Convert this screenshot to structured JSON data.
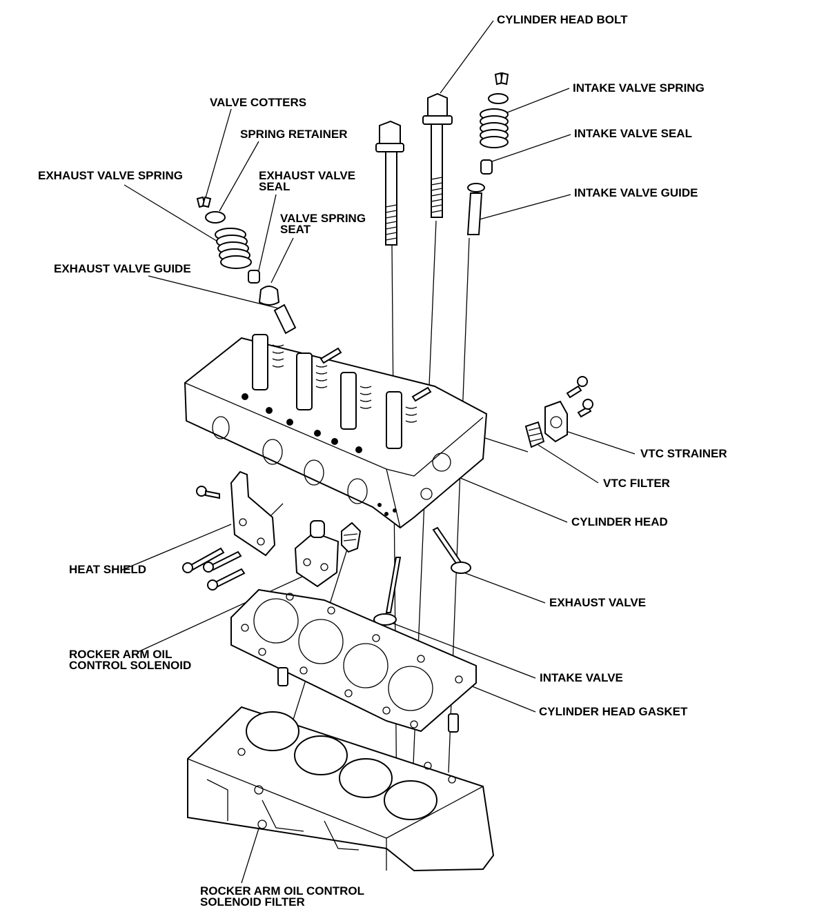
{
  "labels": {
    "cylinder_head_bolt": "CYLINDER HEAD BOLT",
    "intake_valve_spring": "INTAKE VALVE SPRING",
    "intake_valve_seal": "INTAKE VALVE SEAL",
    "intake_valve_guide": "INTAKE VALVE GUIDE",
    "valve_cotters": "VALVE COTTERS",
    "spring_retainer": "SPRING RETAINER",
    "exhaust_valve_spring": "EXHAUST VALVE SPRING",
    "exhaust_valve_seal_1": "EXHAUST VALVE",
    "exhaust_valve_seal_2": "SEAL",
    "valve_spring_seat_1": "VALVE SPRING",
    "valve_spring_seat_2": "SEAT",
    "exhaust_valve_guide": "EXHAUST VALVE GUIDE",
    "vtc_strainer": "VTC STRAINER",
    "vtc_filter": "VTC FILTER",
    "cylinder_head": "CYLINDER HEAD",
    "heat_shield": "HEAT SHIELD",
    "exhaust_valve": "EXHAUST VALVE",
    "rocker_arm_solenoid_1": "ROCKER ARM OIL",
    "rocker_arm_solenoid_2": "CONTROL SOLENOID",
    "intake_valve": "INTAKE VALVE",
    "cylinder_head_gasket": "CYLINDER HEAD GASKET",
    "solenoid_filter_1": "ROCKER ARM OIL CONTROL",
    "solenoid_filter_2": "SOLENOID FILTER"
  }
}
